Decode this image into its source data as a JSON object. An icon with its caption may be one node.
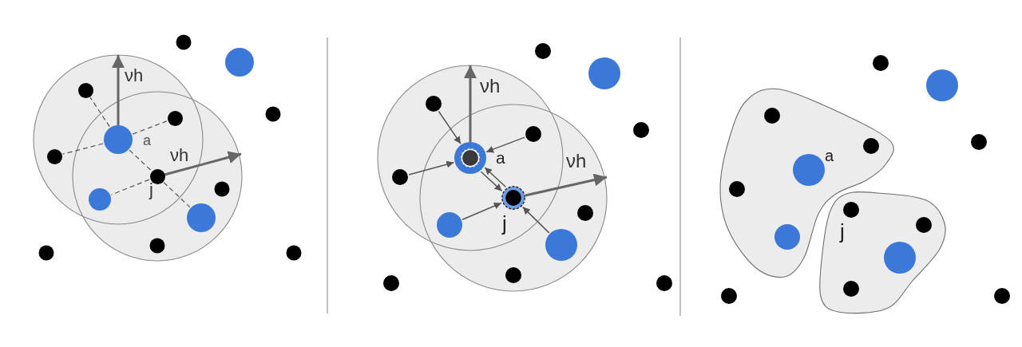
{
  "diagram": {
    "nodes": [
      {
        "text": [],
        "shape": "circle"
      },
      {
        "text": [],
        "shape": "circle"
      },
      {
        "text": [],
        "shape": "circle",
        "beside": [
          "a"
        ]
      },
      {
        "text": [],
        "shape": "circle"
      },
      {
        "text": [],
        "shape": "circle",
        "beside": [
          "j"
        ]
      },
      {
        "text": [],
        "shape": "circle"
      },
      {
        "text": [],
        "shape": "circle"
      },
      {
        "text": [],
        "shape": "circle"
      },
      {
        "text": [],
        "shape": "circle"
      },
      {
        "text": [],
        "shape": "circle",
        "beside": [
          "a"
        ]
      },
      {
        "text": [],
        "shape": "circle"
      },
      {
        "text": [],
        "shape": "circle",
        "beside": [
          "j"
        ]
      },
      {
        "text": [],
        "shape": "circle"
      },
      {
        "text": [],
        "shape": "circle"
      }
    ],
    "edges": [
      {
        "from": 2,
        "to": 0,
        "arrow": "none",
        "style": "dashed"
      },
      {
        "from": 2,
        "to": 1,
        "arrow": "none",
        "style": "dashed"
      },
      {
        "from": 2,
        "to": 3,
        "arrow": "none",
        "style": "dashed"
      },
      {
        "from": 2,
        "to": 4,
        "arrow": "none",
        "style": "dashed"
      },
      {
        "from": 4,
        "to": 5,
        "arrow": "none",
        "style": "dashed"
      },
      {
        "from": 4,
        "to": 6,
        "arrow": "none",
        "style": "dashed"
      },
      {
        "from": 7,
        "to": 9,
        "arrow": "to"
      },
      {
        "from": 8,
        "to": 9,
        "arrow": "to"
      },
      {
        "from": 10,
        "to": 9,
        "arrow": "to"
      },
      {
        "from": 9,
        "to": 11,
        "arrow": "to"
      },
      {
        "from": 11,
        "to": 9,
        "arrow": "to"
      },
      {
        "from": 12,
        "to": 11,
        "arrow": "to"
      },
      {
        "from": 13,
        "to": 11,
        "arrow": "to"
      }
    ],
    "labels": [
      "νh",
      "νh",
      "νh",
      "νh",
      "a",
      "j"
    ]
  }
}
